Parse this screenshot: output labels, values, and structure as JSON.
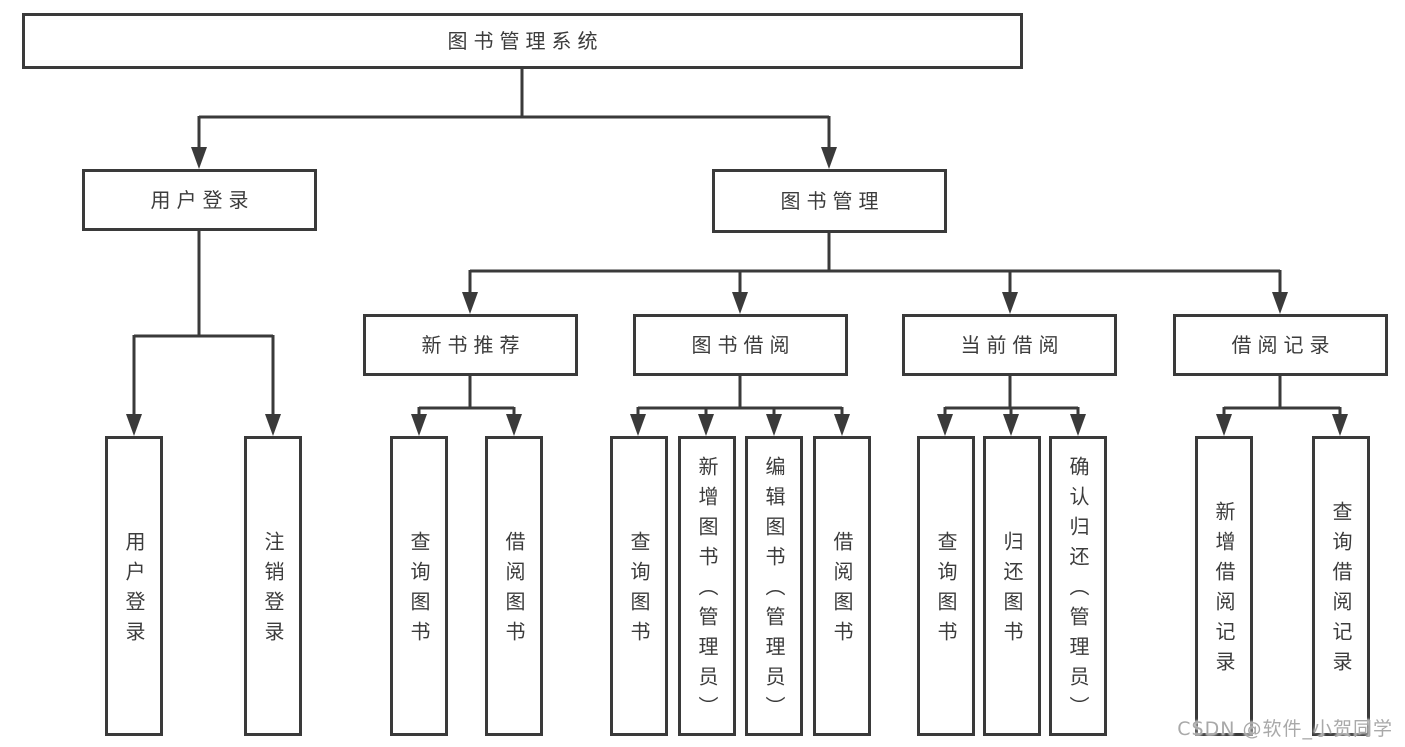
{
  "tree": {
    "label": "图书管理系统",
    "children": [
      {
        "label": "用户登录",
        "children": [
          {
            "label": "用户登录"
          },
          {
            "label": "注销登录"
          }
        ]
      },
      {
        "label": "图书管理",
        "children": [
          {
            "label": "新书推荐",
            "children": [
              {
                "label": "查询图书"
              },
              {
                "label": "借阅图书"
              }
            ]
          },
          {
            "label": "图书借阅",
            "children": [
              {
                "label": "查询图书"
              },
              {
                "label": "新增图书（管理员）"
              },
              {
                "label": "编辑图书（管理员）"
              },
              {
                "label": "借阅图书"
              }
            ]
          },
          {
            "label": "当前借阅",
            "children": [
              {
                "label": "查询图书"
              },
              {
                "label": "归还图书"
              },
              {
                "label": "确认归还（管理员）"
              }
            ]
          },
          {
            "label": "借阅记录",
            "children": [
              {
                "label": "新增借阅记录"
              },
              {
                "label": "查询借阅记录"
              }
            ]
          }
        ]
      }
    ]
  },
  "watermark": {
    "text": "CSDN @软件_小贺同学"
  },
  "colors": {
    "line": "#3a3a3a",
    "box_border": "#3a3a3a",
    "text": "#3c3c3c",
    "watermark": "#a9a9a9",
    "background": "#ffffff"
  }
}
